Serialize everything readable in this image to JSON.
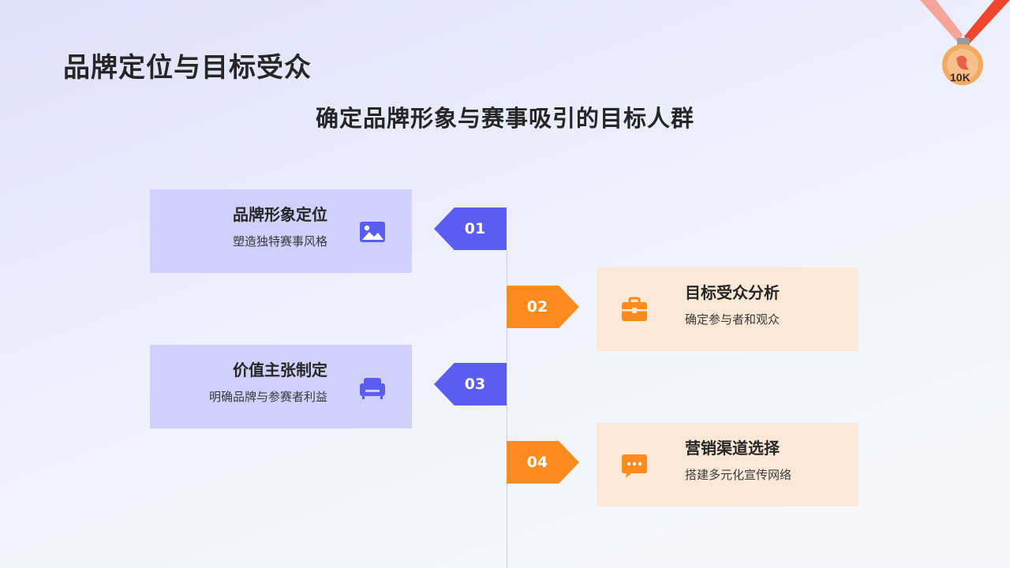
{
  "slide": {
    "title": "品牌定位与目标受众",
    "subtitle": "确定品牌形象与赛事吸引的目标人群"
  },
  "medal": {
    "icon": "medal-icon",
    "label": "10K",
    "ribbon_color": "#f0462c",
    "medal_color": "#f3a95f"
  },
  "steps": [
    {
      "number": "01",
      "title": "品牌形象定位",
      "desc": "塑造独特赛事风格",
      "icon": "image-icon",
      "side": "left",
      "color": "#5a5cf2"
    },
    {
      "number": "02",
      "title": "目标受众分析",
      "desc": "确定参与者和观众",
      "icon": "briefcase-icon",
      "side": "right",
      "color": "#fd8c1f"
    },
    {
      "number": "03",
      "title": "价值主张制定",
      "desc": "明确品牌与参赛者利益",
      "icon": "sofa-icon",
      "side": "left",
      "color": "#5a5cf2"
    },
    {
      "number": "04",
      "title": "营销渠道选择",
      "desc": "搭建多元化宣传网络",
      "icon": "chat-icon",
      "side": "right",
      "color": "#fd8c1f"
    }
  ]
}
